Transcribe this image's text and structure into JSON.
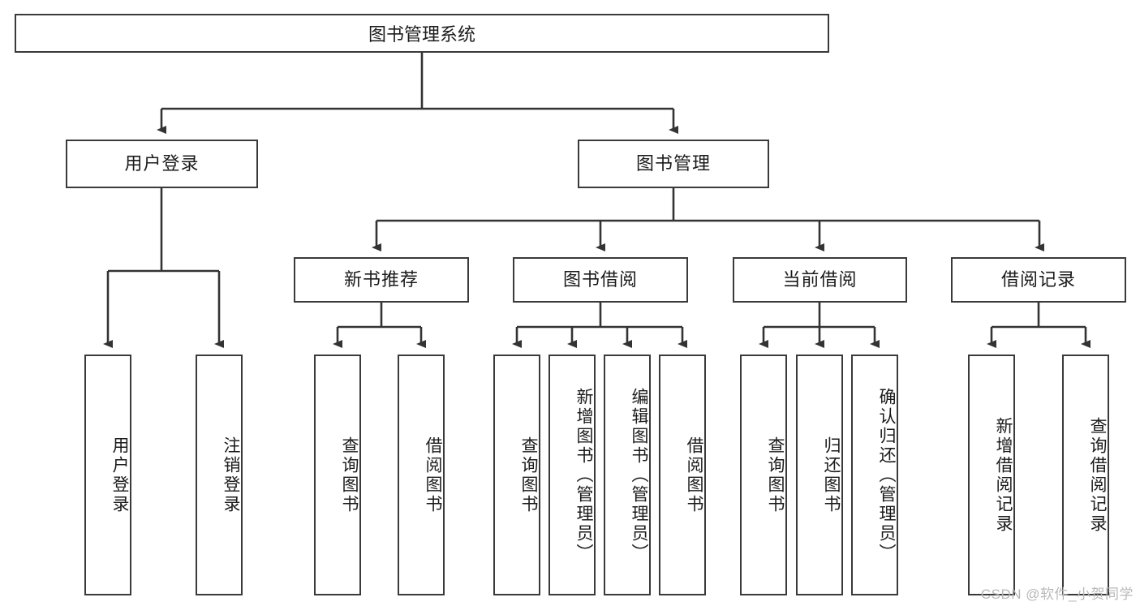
{
  "diagram": {
    "title": "图书管理系统",
    "type": "tree",
    "watermark": "CSDN @软件_小贺同学",
    "colors": {
      "box_border": "#3a3a3a",
      "box_fill": "#ffffff",
      "connector": "#333333",
      "text": "#1b1b1b",
      "watermark": "#b8b8b8"
    },
    "root": {
      "label": "图书管理系统"
    },
    "level2": [
      {
        "label": "用户登录"
      },
      {
        "label": "图书管理"
      }
    ],
    "level3": [
      {
        "label": "新书推荐"
      },
      {
        "label": "图书借阅"
      },
      {
        "label": "当前借阅"
      },
      {
        "label": "借阅记录"
      }
    ],
    "leaves": {
      "user_login": [
        {
          "label": "用户登录"
        },
        {
          "label": "注销登录"
        }
      ],
      "new_book_recommend": [
        {
          "label": "查询图书"
        },
        {
          "label": "借阅图书"
        }
      ],
      "book_borrow": [
        {
          "label": "查询图书"
        },
        {
          "label": "新增图书（管理员）"
        },
        {
          "label": "编辑图书（管理员）"
        },
        {
          "label": "借阅图书"
        }
      ],
      "current_borrow": [
        {
          "label": "查询图书"
        },
        {
          "label": "归还图书"
        },
        {
          "label": "确认归还（管理员）"
        }
      ],
      "borrow_records": [
        {
          "label": "新增借阅记录"
        },
        {
          "label": "查询借阅记录"
        }
      ]
    }
  }
}
